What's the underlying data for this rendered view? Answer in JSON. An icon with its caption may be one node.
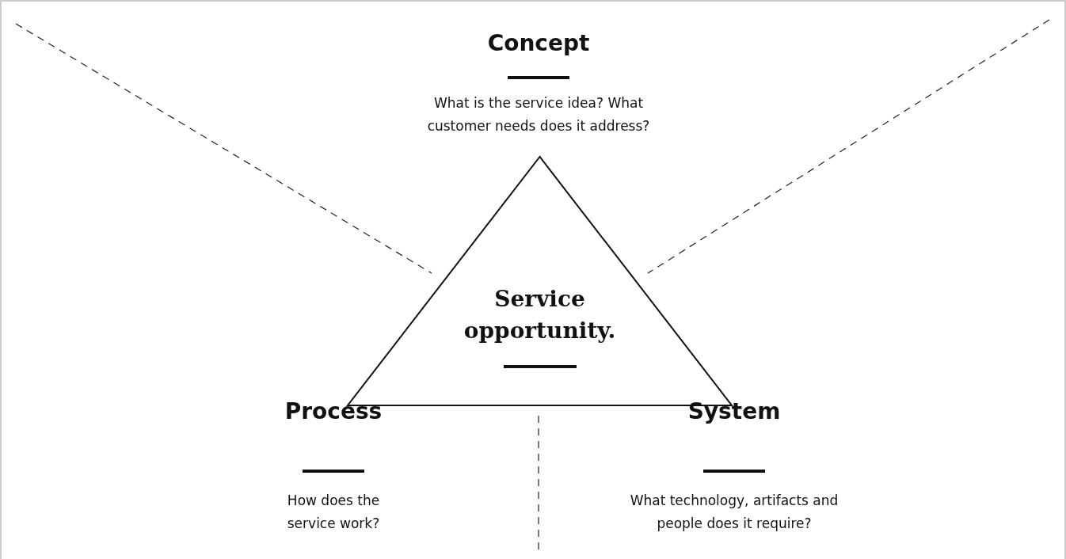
{
  "diagram": {
    "nodes": [
      {
        "text": [
          "Service opportunity."
        ]
      }
    ],
    "edges": [],
    "labels": [
      "Concept",
      "What is the service idea? What customer needs does it address?",
      "Process",
      "How does the service work?",
      "System",
      "What technology, artifacts and people does it require?"
    ]
  }
}
